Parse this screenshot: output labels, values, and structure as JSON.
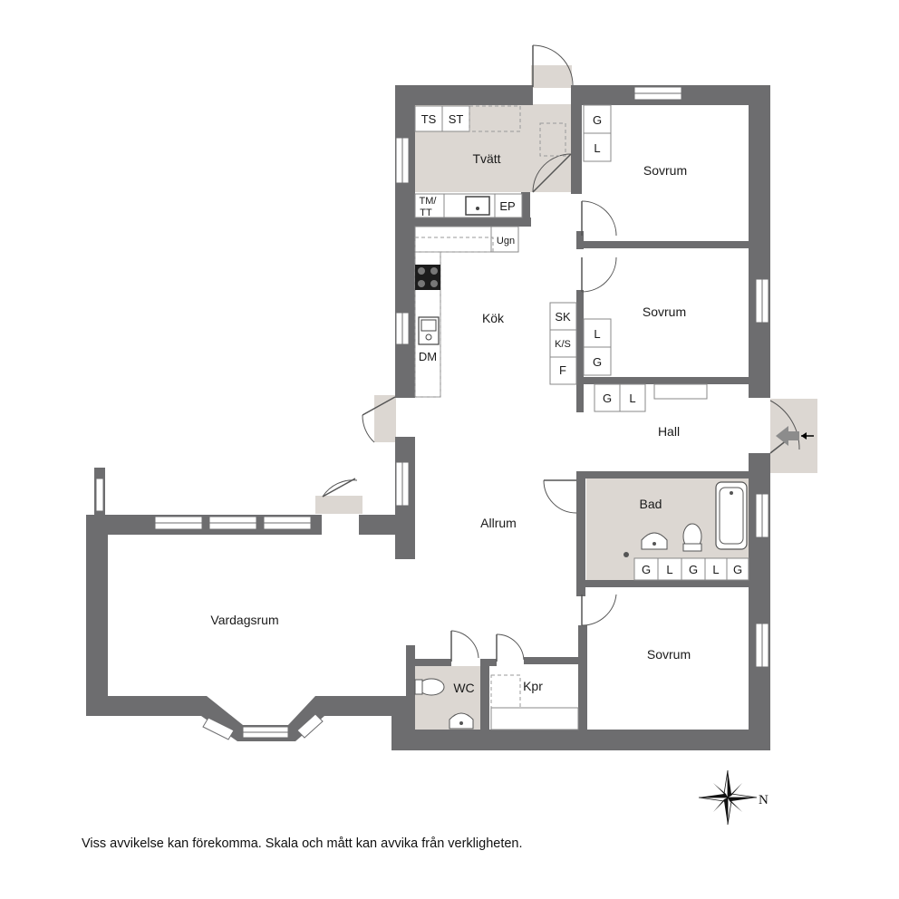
{
  "rooms": {
    "tvatt": "Tvätt",
    "kok": "Kök",
    "sovrum_1": "Sovrum",
    "sovrum_2": "Sovrum",
    "sovrum_3": "Sovrum",
    "hall": "Hall",
    "bad": "Bad",
    "allrum": "Allrum",
    "vardagsrum": "Vardagsrum",
    "wc": "WC",
    "kpr": "Kpr"
  },
  "fixtures": {
    "ts": "TS",
    "st": "ST",
    "tm_line1": "TM/",
    "tm_line2": "TT",
    "ep": "EP",
    "ugn": "Ugn",
    "dm": "DM",
    "sk": "SK",
    "ks": "K/S",
    "f": "F",
    "sov1_g": "G",
    "sov1_l": "L",
    "sov2_l": "L",
    "sov2_g": "G",
    "hall_g": "G",
    "hall_l": "L",
    "bad_closets": [
      "G",
      "L",
      "G",
      "L",
      "G"
    ]
  },
  "compass": {
    "north_label": "N"
  },
  "disclaimer": "Viss avvikelse kan förekomma. Skala och mått kan avvika från verkligheten.",
  "colors": {
    "wall": "#6d6d6f",
    "wet_room": "#dcd7d2",
    "background": "#ffffff"
  }
}
